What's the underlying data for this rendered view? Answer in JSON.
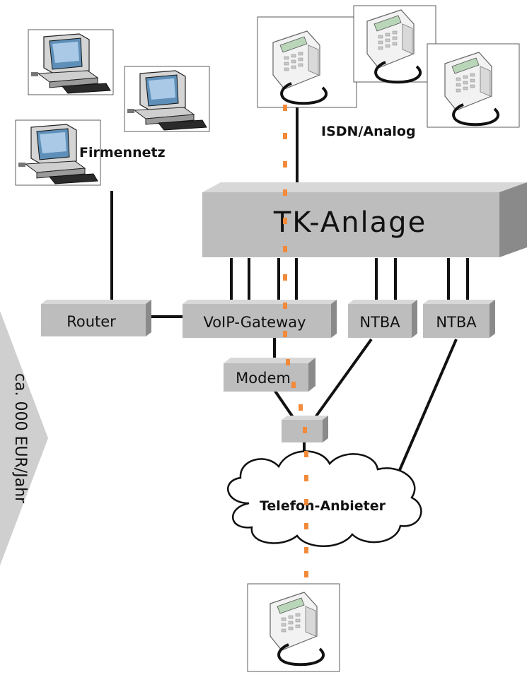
{
  "labels": {
    "network": "Firmennetz",
    "phone_type": "ISDN/Analog",
    "pbx": "TK-Anlage",
    "router": "Router",
    "gateway": "VoIP-Gateway",
    "ntba_1": "NTBA",
    "ntba_2": "NTBA",
    "modem": "Modem",
    "provider": "Telefon-Anbieter",
    "side_banner": "ca. 000 EUR/Jahr"
  },
  "colors": {
    "box_front": "#bdbdbd",
    "box_top": "#d8d8d8",
    "box_side": "#8a8a8a",
    "line": "#111111",
    "voip_path": "#f28a3a",
    "banner": "#cfcfcf"
  },
  "icons": {
    "computer": "desktop-computer-icon",
    "telephone": "telephone-icon",
    "cloud": "cloud-shape",
    "banner": "chevron-arrow-shape"
  }
}
